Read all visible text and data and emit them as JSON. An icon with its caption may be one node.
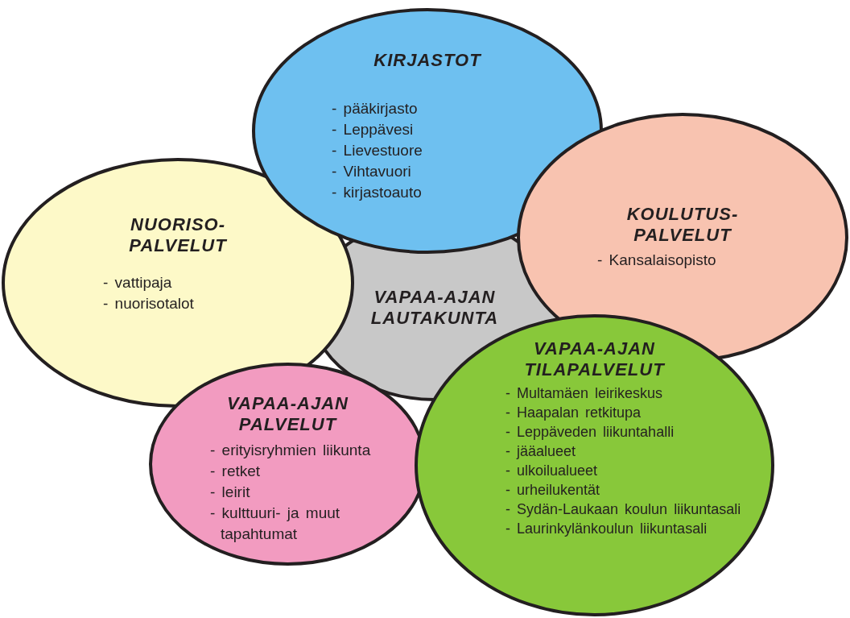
{
  "diagram": {
    "nodes": [
      {
        "text": [
          "KIRJASTOT",
          "- pääkirjasto",
          "- Leppävesi",
          "- Lievestuore",
          "- Vihtavuori",
          "- kirjastoauto"
        ]
      },
      {
        "text": [
          "NUORISO- PALVELUT",
          "- vattipaja",
          "- nuorisotalot"
        ]
      },
      {
        "text": [
          "KOULUTUS- PALVELUT",
          "- Kansalaisopisto"
        ]
      },
      {
        "text": [
          "VAPAA-AJAN LAUTAKUNTA"
        ]
      },
      {
        "text": [
          "VAPAA-AJAN PALVELUT",
          "- erityisryhmien liikunta",
          "- retket",
          "- leirit",
          "- kulttuuri- ja muut tapahtumat"
        ]
      },
      {
        "text": [
          "VAPAA-AJAN TILAPALVELUT",
          "- Multamäen leirikeskus",
          "- Haapalan retkitupa",
          "- Leppäveden liikuntahalli",
          "- jääalueet",
          "- ulkoilualueet",
          "- urheilukentät",
          "- Sydän-Laukaan koulun liikuntasali",
          "- Laurinkylänkoulun liikuntasali"
        ]
      }
    ]
  }
}
